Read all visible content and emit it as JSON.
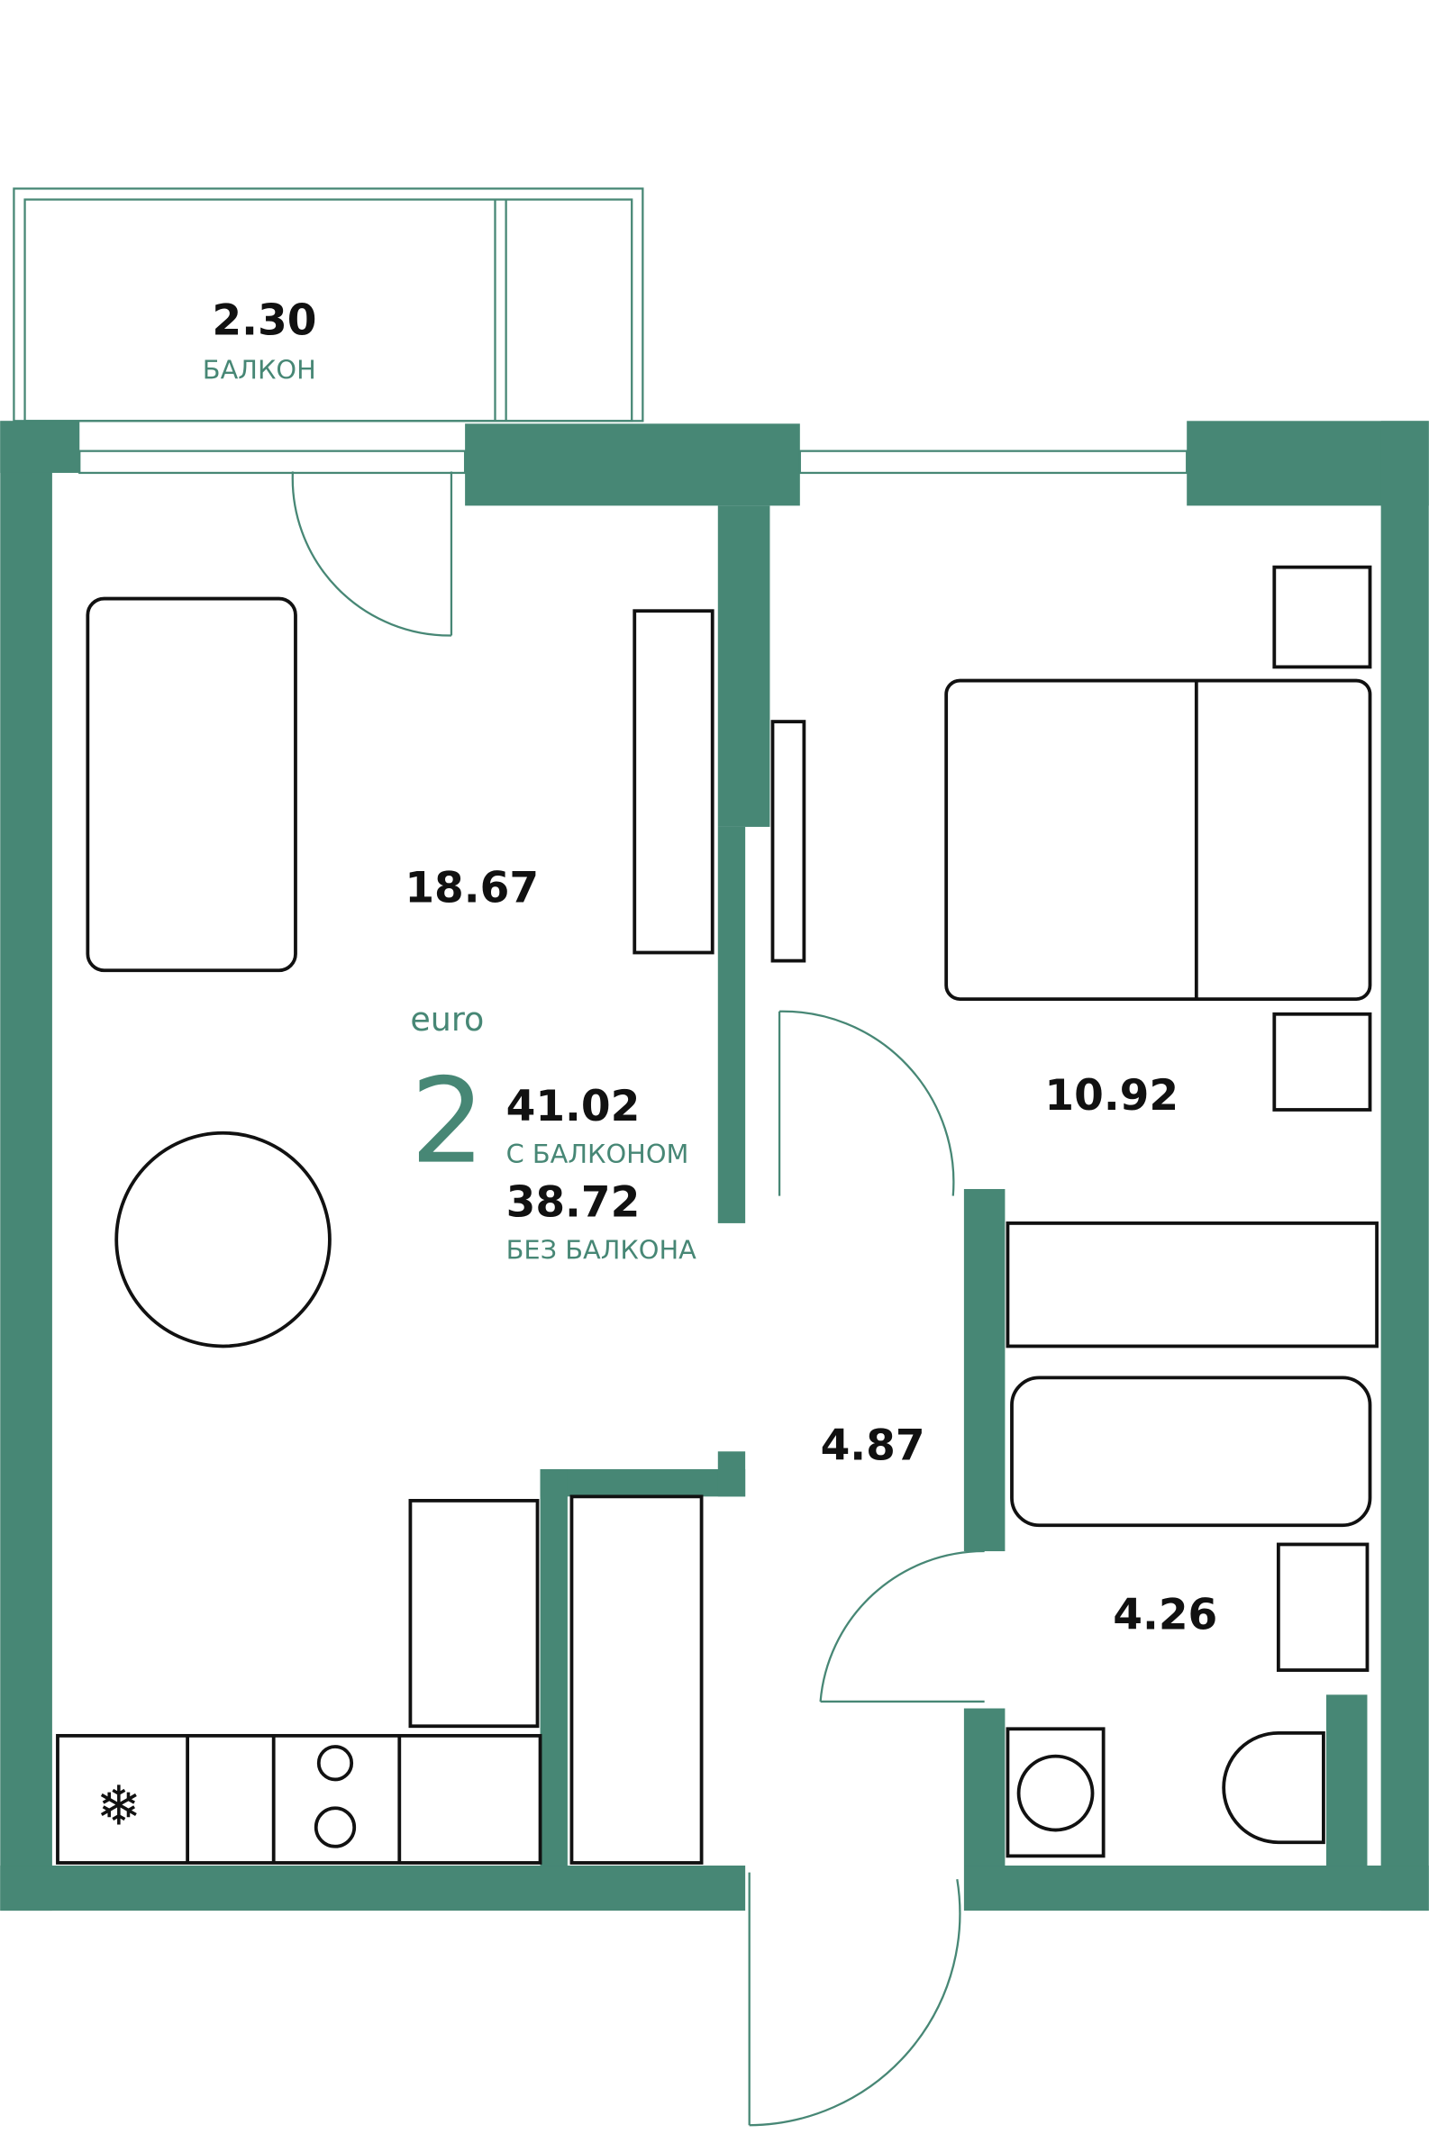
{
  "plan": {
    "type_label": "euro",
    "rooms_count": "2",
    "area_with_balcony": "41.02",
    "with_balcony_label": "С БАЛКОНОМ",
    "area_without_balcony": "38.72",
    "without_balcony_label": "БЕЗ БАЛКОНА",
    "accent_color": "#478775"
  },
  "rooms": {
    "balcony": {
      "area": "2.30",
      "label": "БАЛКОН"
    },
    "living": {
      "area": "18.67"
    },
    "bedroom": {
      "area": "10.92"
    },
    "hall": {
      "area": "4.87"
    },
    "bathroom": {
      "area": "4.26"
    }
  }
}
